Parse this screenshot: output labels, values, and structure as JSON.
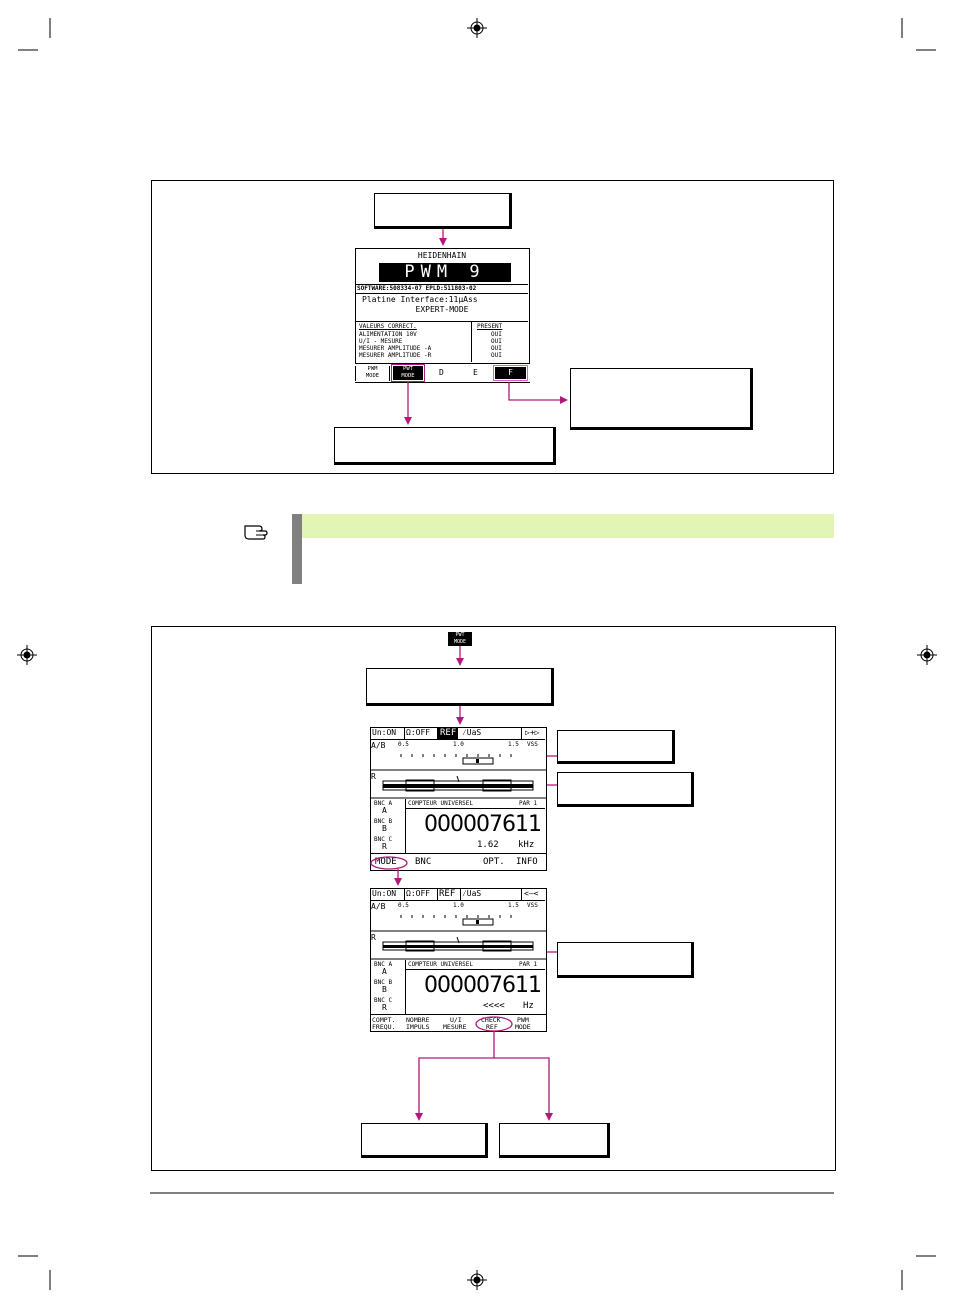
{
  "screen1": {
    "brand": "HEIDENHAIN",
    "model": "PWM 9",
    "software_line": "SOFTWARE:508334-07 EPLD:511803-02",
    "interface_line": "Platine Interface:11µAss",
    "mode_line": "EXPERT-MODE",
    "col_left_header": "VALEURS CORRECT.",
    "col_right_header": "PRESENT",
    "rows": [
      {
        "label": "ALIMENTATION 10V",
        "value": "OUI"
      },
      {
        "label": "U/I - MESURE",
        "value": "OUI"
      },
      {
        "label": "MESURER AMPLITUDE -A",
        "value": "OUI"
      },
      {
        "label": "MESURER AMPLITUDE -R",
        "value": "OUI"
      }
    ],
    "softkeys": [
      {
        "line1": "PWM",
        "line2": "MODE"
      },
      {
        "line1": "PWT",
        "line2": "MODE"
      },
      {
        "line1": "D",
        "line2": ""
      },
      {
        "line1": "E",
        "line2": ""
      },
      {
        "line1": "F",
        "line2": ""
      }
    ]
  },
  "note_icon": "pointing-hand-icon",
  "screen2_key": {
    "line1": "PWT",
    "line2": "MODE"
  },
  "screen2": {
    "tabs": [
      "Un:ON",
      "Ω:OFF",
      "REF",
      "⁄UaS",
      "▷+▷"
    ],
    "scale_prefix": "A/B",
    "scale_ticks": [
      "0.5",
      "1.0",
      "1.5"
    ],
    "scale_unit": "VSS",
    "r_label": "R",
    "bnc": [
      "BNC A",
      "A",
      "BNC B",
      "B",
      "BNC C",
      "R"
    ],
    "counter_title": "COMPTEUR UNIVERSEL",
    "counter_par": "PAR 1",
    "counter_value": "000007611",
    "counter_sub": "1.62",
    "counter_unit": "kHz",
    "softkeys": [
      "MODE",
      "BNC",
      "OPT.",
      "INFO"
    ]
  },
  "screen3": {
    "tabs": [
      "Un:ON",
      "Ω:OFF",
      "REF",
      "⁄UaS",
      "<–<"
    ],
    "scale_prefix": "A/B",
    "scale_ticks": [
      "0.5",
      "1.0",
      "1.5"
    ],
    "scale_unit": "VSS",
    "r_label": "R",
    "bnc": [
      "BNC A",
      "A",
      "BNC B",
      "B",
      "BNC C",
      "R"
    ],
    "counter_title": "COMPTEUR UNIVERSEL",
    "counter_par": "PAR 1",
    "counter_value": "000007611",
    "counter_sub": "<<<<",
    "counter_unit": "Hz",
    "softkeys": [
      {
        "line1": "COMPT.",
        "line2": "FREQU."
      },
      {
        "line1": "NOMBRE",
        "line2": "IMPULS"
      },
      {
        "line1": "U/I",
        "line2": "MESURE"
      },
      {
        "line1": "CHECK",
        "line2": "REF"
      },
      {
        "line1": "PWM",
        "line2": "MODE"
      }
    ]
  },
  "colors": {
    "accent": "#b0197e",
    "note_bar": "#e2f5b4",
    "note_side": "#808080"
  }
}
